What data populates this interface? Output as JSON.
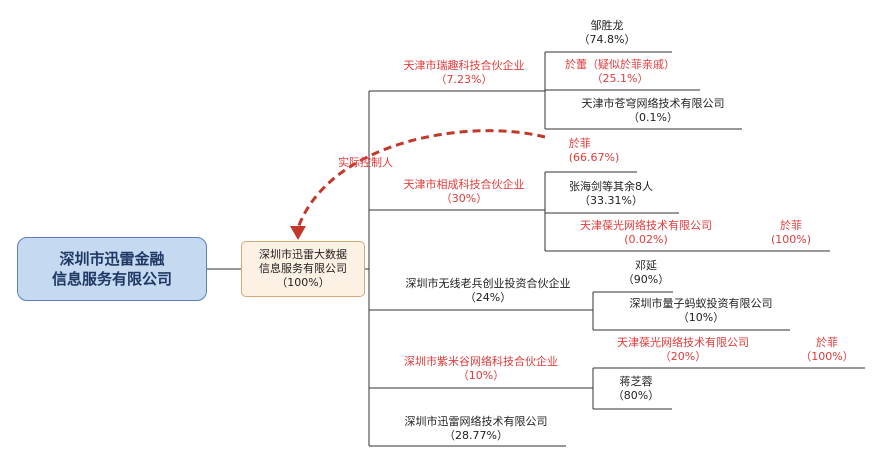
{
  "root": {
    "line1": "深圳市迅雷金融",
    "line2": "信息服务有限公司"
  },
  "subsidiary": {
    "line1": "深圳市迅雷大数据",
    "line2": "信息服务有限公司",
    "pct": "（100%）"
  },
  "control_label": "实际控制人",
  "shareholders": [
    {
      "name": "天津市瑞趣科技合伙企业",
      "pct": "（7.23%）",
      "highlight": true,
      "children": [
        {
          "name": "邹胜龙",
          "pct": "（74.8%）",
          "highlight": false
        },
        {
          "name": "於蕾（疑似於菲亲戚）",
          "pct": "（25.1%）",
          "highlight": true
        },
        {
          "name": "天津市苍穹网络技术有限公司",
          "pct": "（0.1%）",
          "highlight": false
        }
      ]
    },
    {
      "name": "天津市相成科技合伙企业",
      "pct": "（30%）",
      "highlight": true,
      "children": [
        {
          "name": "於菲",
          "pct": "(66.67%)",
          "highlight": true
        },
        {
          "name": "张海剑等其余8人",
          "pct": "（33.31%）",
          "highlight": false
        },
        {
          "name": "天津葆光网络技术有限公司",
          "pct": "(0.02%)",
          "highlight": true,
          "owner": {
            "name": "於菲",
            "pct": "(100%)"
          }
        }
      ]
    },
    {
      "name": "深圳市无线老兵创业投资合伙企业",
      "pct": "（24%）",
      "highlight": false,
      "children": [
        {
          "name": "邓延",
          "pct": "（90%）",
          "highlight": false
        },
        {
          "name": "深圳市量子蚂蚁投资有限公司",
          "pct": "（10%）",
          "highlight": false
        }
      ]
    },
    {
      "name": "深圳市紫米谷网络科技合伙企业",
      "pct": "（10%）",
      "highlight": true,
      "children": [
        {
          "name": "天津葆光网络技术有限公司",
          "pct": "（20%）",
          "highlight": true,
          "owner": {
            "name": "於菲",
            "pct": "（100%）"
          }
        },
        {
          "name": "蒋芝蓉",
          "pct": "（80%）",
          "highlight": false
        }
      ]
    },
    {
      "name": "深圳市迅雷网络技术有限公司",
      "pct": "（28.77%）",
      "highlight": false,
      "children": []
    }
  ],
  "colors": {
    "highlight_text": "#e03a3a",
    "normal_text": "#222222",
    "line": "#333333",
    "arrow": "#c0392b",
    "root_fill": "#c5d9f1",
    "root_border": "#5b7fb8",
    "sub_fill": "#fdf1e4",
    "sub_border": "#d9a878"
  }
}
